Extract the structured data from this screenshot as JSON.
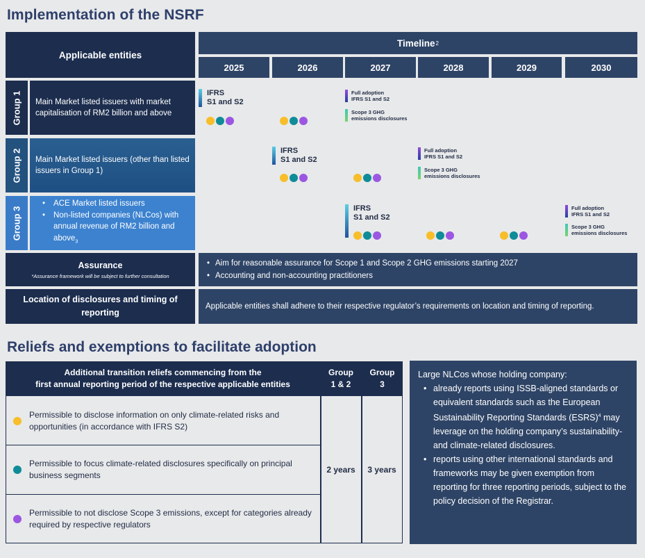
{
  "heading1": "Implementation of the NSRF",
  "heading2": "Reliefs and exemptions to facilitate adoption",
  "table": {
    "applicable_entities": "Applicable entities",
    "timeline": "Timeline",
    "timeline_note": "2",
    "years": [
      "2025",
      "2026",
      "2027",
      "2028",
      "2029",
      "2030"
    ],
    "groups": [
      {
        "tab": "Group 1",
        "desc": "Main Market listed issuers with market capitalisation of RM2 billion and above"
      },
      {
        "tab": "Group 2",
        "desc": "Main Market listed issuers (other than listed issuers in Group 1)"
      },
      {
        "tab": "Group 3",
        "items": [
          "ACE Market listed issuers",
          "Non-listed companies (NLCos) with annual revenue of RM2 billion and above"
        ],
        "note": "3"
      }
    ],
    "ifrs_line1": "IFRS",
    "ifrs_line2": "S1 and S2",
    "full_adoption_line1": "Full adoption",
    "full_adoption_line2": "IFRS S1 and S2",
    "scope3_line1": "Scope 3 GHG",
    "scope3_line2": "emissions disclosures",
    "assurance_title": "Assurance",
    "assurance_note": "*Assurance framework will be subject to further consultation",
    "assurance_points": [
      "Aim for reasonable assurance for Scope 1 and Scope 2 GHG emissions starting 2027",
      "Accounting and non-accounting practitioners"
    ],
    "location_title": "Location of disclosures and timing of reporting",
    "location_text": "Applicable entities shall adhere to their respective regulator’s requirements on location and timing of reporting."
  },
  "reliefs": {
    "header_line1": "Additional transition reliefs commencing from the",
    "header_line2": "first annual reporting period of the respective applicable entities",
    "col_g12_line1": "Group",
    "col_g12_line2": "1 & 2",
    "col_g3_line1": "Group",
    "col_g3_line2": "3",
    "rows": [
      "Permissible to disclose information on only climate-related risks and opportunities (in accordance with IFRS S2)",
      "Permissible to focus climate-related disclosures specifically on principal business segments",
      "Permissible to not disclose Scope 3 emissions, except for categories already required by respective regulators"
    ],
    "g12_value": "2 years",
    "g3_value": "3 years"
  },
  "nlco": {
    "intro": "Large NLCos whose holding company:",
    "point1_a": "already reports using ISSB-aligned standards or equivalent standards such as the European Sustainability Reporting Standards (ESRS)",
    "point1_note": "4",
    "point1_b": " may leverage on the holding company’s sustainability- and climate-related disclosures.",
    "point2": "reports using other international standards and frameworks may be given exemption from reporting for three reporting periods, subject to the policy decision of the Registrar."
  },
  "colors": {
    "navy": "#1c2d4e",
    "slate": "#2e4466",
    "dot_yellow": "#f7be2a",
    "dot_teal": "#0e8c98",
    "dot_purple": "#9b57e2"
  }
}
